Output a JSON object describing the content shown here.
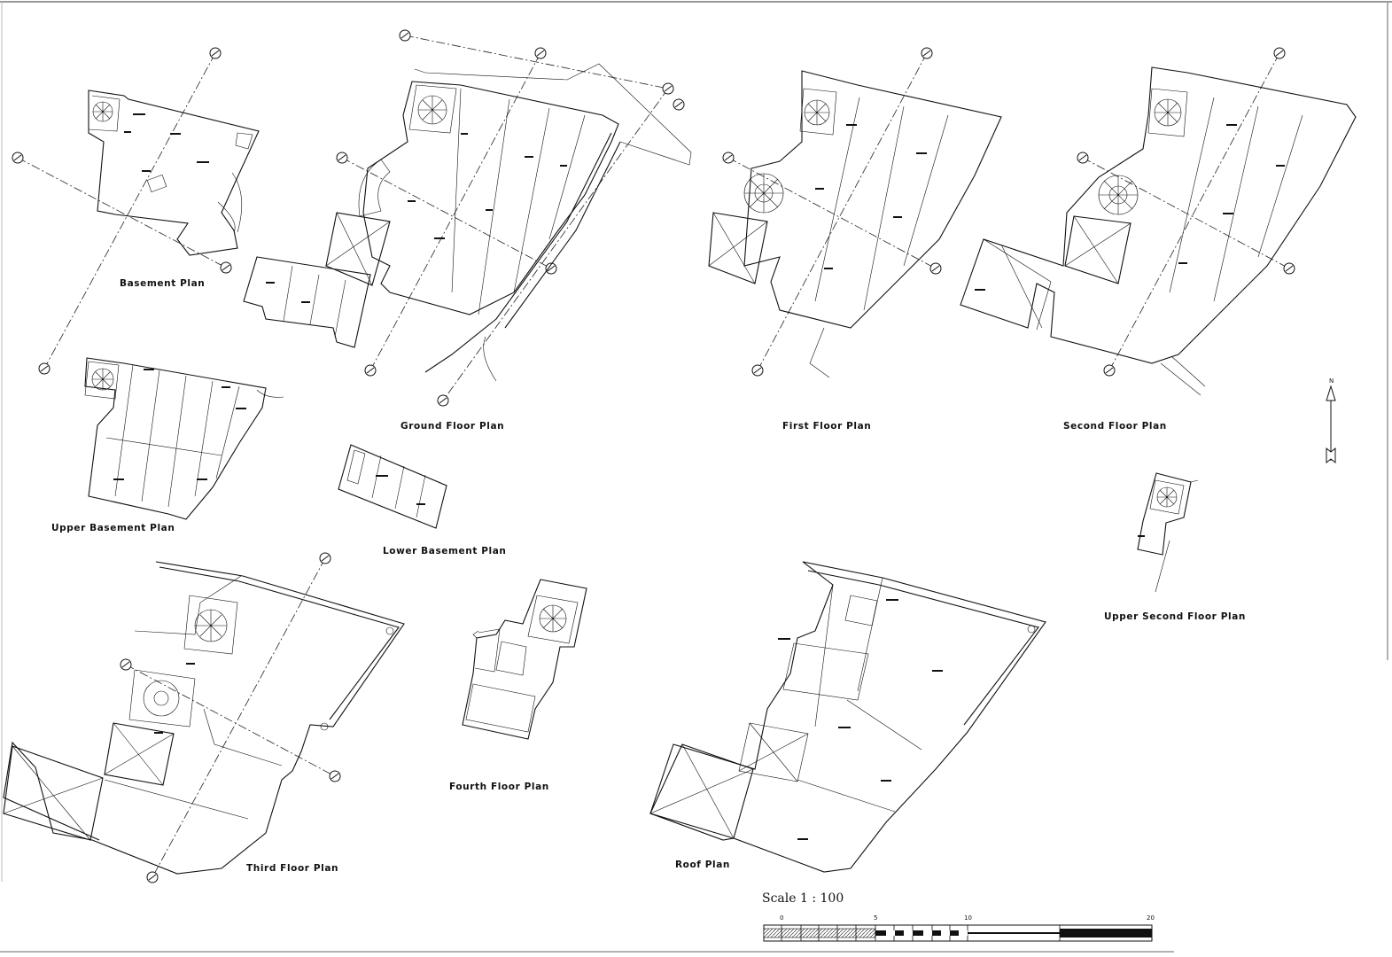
{
  "plans": [
    {
      "id": "basement",
      "label": "Basement Plan"
    },
    {
      "id": "ground",
      "label": "Ground Floor Plan"
    },
    {
      "id": "first",
      "label": "First Floor Plan"
    },
    {
      "id": "second",
      "label": "Second Floor Plan"
    },
    {
      "id": "upper-basement",
      "label": "Upper Basement Plan"
    },
    {
      "id": "lower-basement",
      "label": "Lower Basement Plan"
    },
    {
      "id": "upper-second",
      "label": "Upper Second Floor Plan"
    },
    {
      "id": "third",
      "label": "Third Floor Plan"
    },
    {
      "id": "fourth",
      "label": "Fourth Floor Plan"
    },
    {
      "id": "roof",
      "label": "Roof Plan"
    }
  ],
  "north_arrow": {
    "label": "N"
  },
  "scale": {
    "title": "Scale 1 : 100",
    "ticks": [
      "0",
      "5",
      "10",
      "20"
    ]
  }
}
